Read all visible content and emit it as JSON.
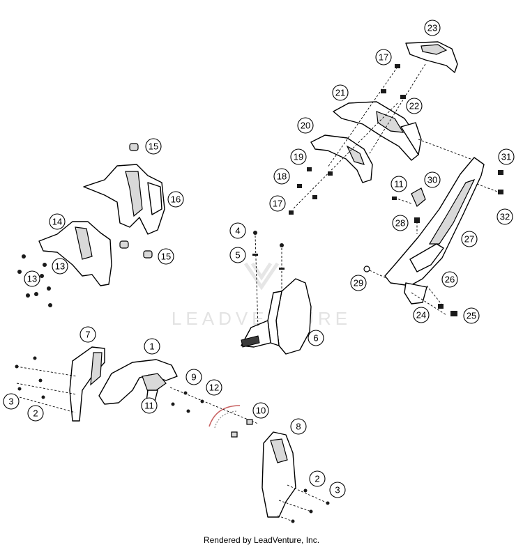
{
  "footer": {
    "text": "Rendered by LeadVenture, Inc."
  },
  "watermark": {
    "text": "LEADVENTURE"
  },
  "callouts": [
    {
      "id": "c1",
      "label": "1"
    },
    {
      "id": "c2a",
      "label": "2"
    },
    {
      "id": "c2b",
      "label": "2"
    },
    {
      "id": "c3a",
      "label": "3"
    },
    {
      "id": "c3b",
      "label": "3"
    },
    {
      "id": "c4",
      "label": "4"
    },
    {
      "id": "c5",
      "label": "5"
    },
    {
      "id": "c6",
      "label": "6"
    },
    {
      "id": "c7",
      "label": "7"
    },
    {
      "id": "c8",
      "label": "8"
    },
    {
      "id": "c9",
      "label": "9"
    },
    {
      "id": "c10",
      "label": "10"
    },
    {
      "id": "c11a",
      "label": "11"
    },
    {
      "id": "c11b",
      "label": "11"
    },
    {
      "id": "c12",
      "label": "12"
    },
    {
      "id": "c13a",
      "label": "13"
    },
    {
      "id": "c13b",
      "label": "13"
    },
    {
      "id": "c14",
      "label": "14"
    },
    {
      "id": "c15a",
      "label": "15"
    },
    {
      "id": "c15b",
      "label": "15"
    },
    {
      "id": "c16",
      "label": "16"
    },
    {
      "id": "c17a",
      "label": "17"
    },
    {
      "id": "c17b",
      "label": "17"
    },
    {
      "id": "c18",
      "label": "18"
    },
    {
      "id": "c19",
      "label": "19"
    },
    {
      "id": "c20",
      "label": "20"
    },
    {
      "id": "c21",
      "label": "21"
    },
    {
      "id": "c22",
      "label": "22"
    },
    {
      "id": "c23",
      "label": "23"
    },
    {
      "id": "c24",
      "label": "24"
    },
    {
      "id": "c25",
      "label": "25"
    },
    {
      "id": "c26",
      "label": "26"
    },
    {
      "id": "c27",
      "label": "27"
    },
    {
      "id": "c28",
      "label": "28"
    },
    {
      "id": "c29",
      "label": "29"
    },
    {
      "id": "c30",
      "label": "30"
    },
    {
      "id": "c31",
      "label": "31"
    },
    {
      "id": "c32",
      "label": "32"
    }
  ]
}
